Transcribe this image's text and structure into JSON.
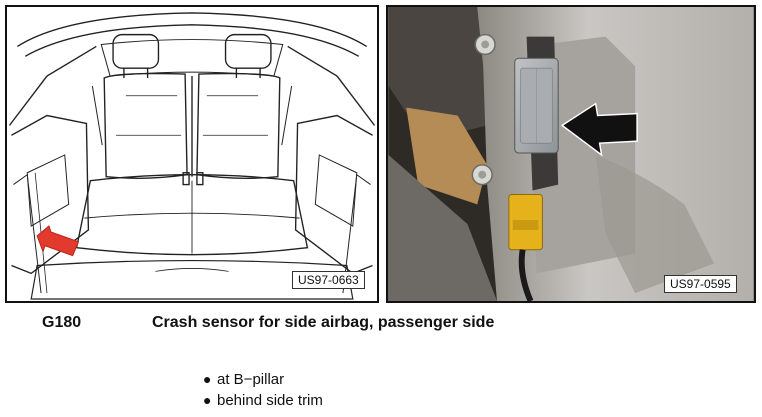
{
  "figure_left": {
    "ref_code": "US97-0663"
  },
  "figure_right": {
    "ref_code": "US97-0595"
  },
  "caption": {
    "code": "G180",
    "text": "Crash sensor for side airbag, passenger side"
  },
  "bullets": [
    "at B−pillar",
    "behind side trim"
  ],
  "colors": {
    "red_arrow": "#e23b2e",
    "black_arrow": "#111111",
    "connector": "#e6b21c"
  }
}
